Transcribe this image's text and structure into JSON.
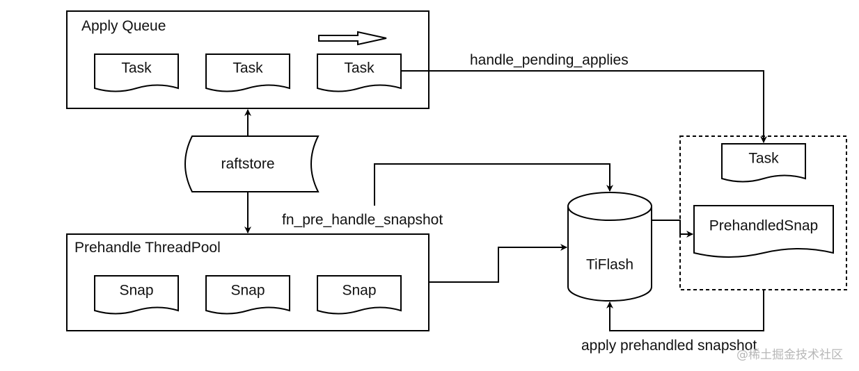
{
  "apply_queue": {
    "title": "Apply Queue",
    "tasks": [
      "Task",
      "Task",
      "Task"
    ]
  },
  "prehandle_pool": {
    "title": "Prehandle ThreadPool",
    "snaps": [
      "Snap",
      "Snap",
      "Snap"
    ]
  },
  "raftstore_label": "raftstore",
  "tiflash_label": "TiFlash",
  "edges": {
    "handle_pending_applies": "handle_pending_applies",
    "fn_pre_handle_snapshot": "fn_pre_handle_snapshot",
    "apply_prehandled_snapshot": "apply prehandled snapshot"
  },
  "pending_group": {
    "task_label": "Task",
    "snap_label": "PrehandledSnap"
  },
  "watermark": "@稀土掘金技术社区"
}
